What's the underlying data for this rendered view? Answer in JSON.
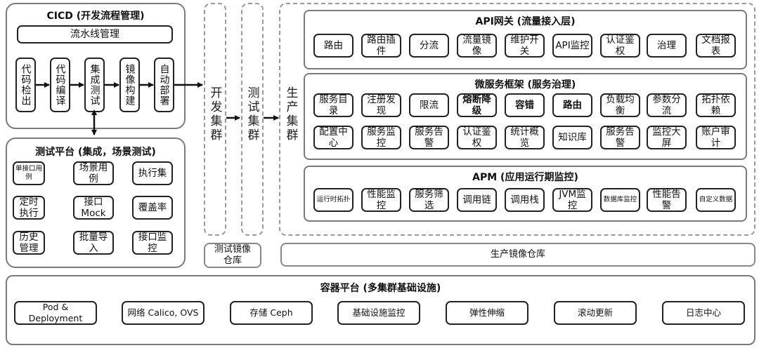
{
  "cicd": {
    "title": "CICD (开发流程管理)",
    "pipeline_label": "流水线管理",
    "steps": [
      "代码检出",
      "代码编译",
      "集成测试",
      "镜像构建",
      "自动部署"
    ]
  },
  "test_platform": {
    "title": "测试平台 (集成，场景测试)",
    "items": [
      "单接口用例",
      "场景用例",
      "执行集",
      "定时执行",
      "接口Mock",
      "覆盖率",
      "历史管理",
      "批量导入",
      "接口监控"
    ]
  },
  "clusters": {
    "dev": "开发集群",
    "test": "测试集群",
    "prod": "生产集群"
  },
  "api_gateway": {
    "title": "API网关 (流量接入层)",
    "items": [
      "路由",
      "路由插件",
      "分流",
      "流量镜像",
      "维护开关",
      "API监控",
      "认证鉴权",
      "治理",
      "文档报表"
    ]
  },
  "microservice": {
    "title": "微服务框架 (服务治理)",
    "row1": [
      "服务目录",
      "注册发现",
      "限流",
      "熔断降级",
      "容错",
      "路由",
      "负载均衡",
      "参数分流",
      "拓扑依赖"
    ],
    "row2": [
      "配置中心",
      "服务监控",
      "服务告警",
      "认证鉴权",
      "统计概览",
      "知识库",
      "服务告警",
      "监控大屏",
      "账户审计"
    ]
  },
  "apm": {
    "title": "APM (应用运行期监控)",
    "items": [
      "运行时拓扑",
      "性能监控",
      "服务筛选",
      "调用链",
      "调用栈",
      "JVM监控",
      "数据库监控",
      "性能告警",
      "自定义数据"
    ]
  },
  "test_registry": "测试镜像仓库",
  "prod_registry": "生产镜像仓库",
  "container_platform": {
    "title": "容器平台 (多集群基础设施)",
    "items": [
      "Pod & Deployment",
      "网络 Calico, OVS",
      "存储 Ceph",
      "基础设施监控",
      "弹性伸缩",
      "滚动更新",
      "日志中心"
    ]
  }
}
